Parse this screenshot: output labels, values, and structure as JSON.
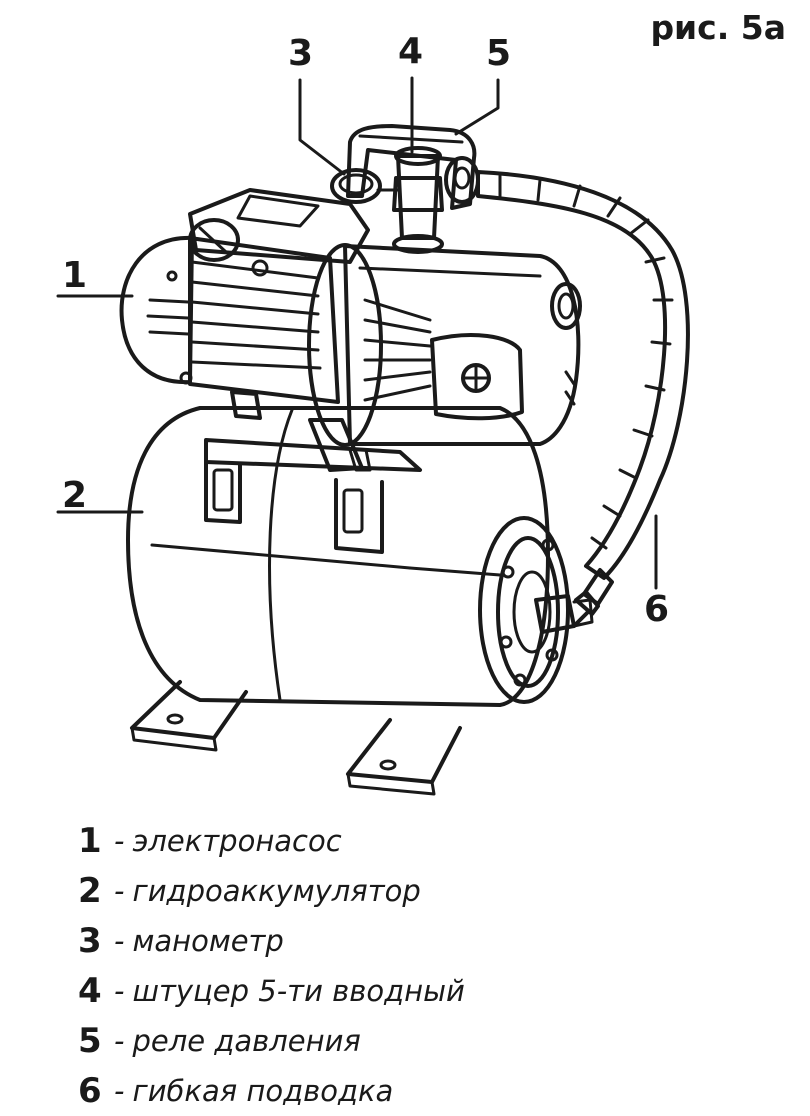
{
  "figure_label": "рис. 5а",
  "callouts": [
    {
      "number": "1",
      "text": "электронасос"
    },
    {
      "number": "2",
      "text": "гидроаккумулятор"
    },
    {
      "number": "3",
      "text": "манометр"
    },
    {
      "number": "4",
      "text": "штуцер 5-ти вводный"
    },
    {
      "number": "5",
      "text": "реле давления"
    },
    {
      "number": "6",
      "text": "гибкая подводка"
    }
  ],
  "legend_separator": "-",
  "colors": {
    "ink": "#1a1a1a",
    "background": "#ffffff",
    "shade": "#e9e9e9"
  }
}
